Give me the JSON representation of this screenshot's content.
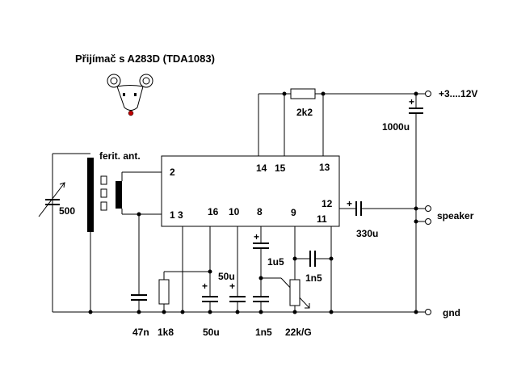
{
  "title": "Přijímač s A283D (TDA1083)",
  "ic_pins": [
    "2",
    "1 3",
    "14",
    "15",
    "13",
    "12",
    "16",
    "10",
    "8",
    "9",
    "11"
  ],
  "components": {
    "antenna": "ferit. ant.",
    "var_cap": "500",
    "resistor_top": "2k2",
    "c_supply": "1000u",
    "c_out": "330u",
    "c_47n": "47n",
    "r_1k8": "1k8",
    "c_50u_a": "50u",
    "c_50u_b": "50u",
    "c_1n5_a": "1n5",
    "c_1u5": "1u5",
    "c_1n5_b": "1n5",
    "pot": "22k/G"
  },
  "terminals": {
    "supply": "+3....12V",
    "speaker": "speaker",
    "gnd": "gnd"
  },
  "polarity_mark": "+"
}
